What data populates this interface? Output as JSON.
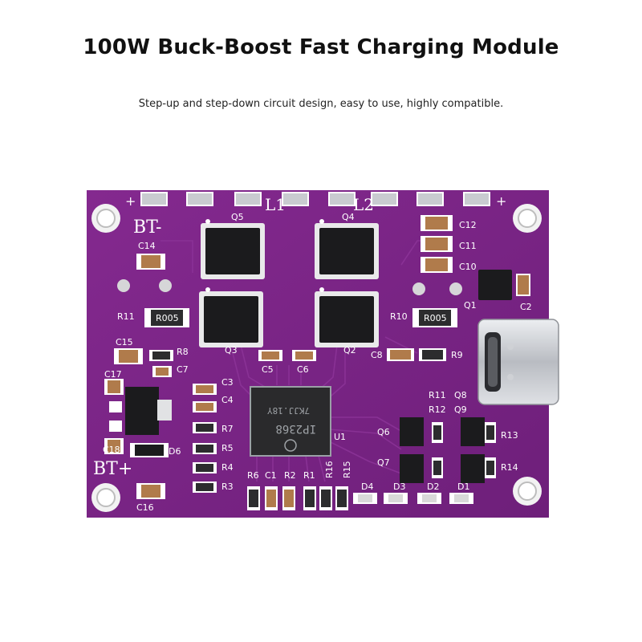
{
  "heading": {
    "title": "100W Buck-Boost Fast Charging Module",
    "subtitle": "Step-up and step-down circuit design, easy to use, highly compatible."
  },
  "board": {
    "pcb_color": "#7a2486",
    "pad_color": "#c9cbd0",
    "chip_text": [
      "7KJJ.18Y",
      "IP2368"
    ],
    "silk_large": {
      "bt_minus": "BT-",
      "bt_plus": "BT+",
      "l1": "L1",
      "l2": "L2",
      "plus": "+"
    },
    "resistor_marks": {
      "r11": "R005",
      "r10": "R005"
    },
    "labels": {
      "q5": "Q5",
      "q4": "Q4",
      "q3": "Q3",
      "q2": "Q2",
      "q1": "Q1",
      "q6": "Q6",
      "q7": "Q7",
      "q8": "Q8",
      "q9": "Q9",
      "c14": "C14",
      "c12": "C12",
      "c11": "C11",
      "c10": "C10",
      "c2": "C2",
      "c15": "C15",
      "c17": "C17",
      "c18": "C18",
      "c16": "C16",
      "c7": "C7",
      "c5": "C5",
      "c6": "C6",
      "c8": "C8",
      "c3": "C3",
      "c4": "C4",
      "c1": "C1",
      "r11": "R11",
      "r10": "R10",
      "r8": "R8",
      "r9": "R9",
      "r7": "R7",
      "r5": "R5",
      "r4": "R4",
      "r3": "R3",
      "r6": "R6",
      "r2": "R2",
      "r1": "R1",
      "r16": "R16",
      "r15": "R15",
      "r11b": "R11",
      "r12": "R12",
      "r13": "R13",
      "r14": "R14",
      "d6": "D6",
      "d4": "D4",
      "d3": "D3",
      "d2": "D2",
      "d1": "D1",
      "u1": "U1"
    }
  }
}
